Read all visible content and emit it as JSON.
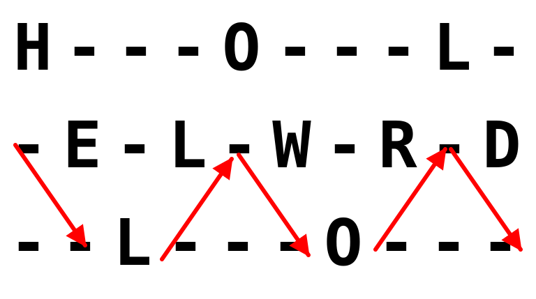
{
  "rows": [
    [
      "H",
      "-",
      "-",
      "-",
      "O",
      "-",
      "-",
      "-",
      "L",
      "-"
    ],
    [
      "-",
      "E",
      "-",
      "L",
      "-",
      "W",
      "-",
      "R",
      "-",
      "D"
    ],
    [
      "-",
      "-",
      "L",
      "-",
      "-",
      "-",
      "O",
      "-",
      "-",
      "-"
    ]
  ],
  "colors": {
    "text": "#000000",
    "arrow": "#ff0000",
    "background": "#ffffff"
  }
}
